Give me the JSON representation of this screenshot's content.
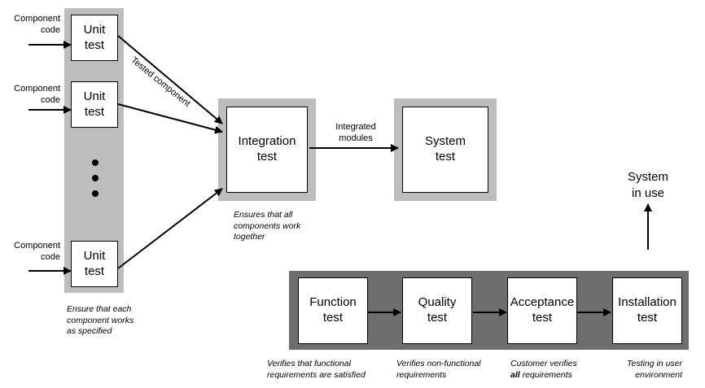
{
  "component_code_label": "Component\ncode",
  "unit_test_label": "Unit\ntest",
  "tested_component_label": "Tested component",
  "integration_test_label": "Integration\ntest",
  "integrated_modules_label": "Integrated\nmodules",
  "system_test_label": "System\ntest",
  "system_in_use_label": "System\nin use",
  "function_test_label": "Function\ntest",
  "quality_test_label": "Quality\ntest",
  "acceptance_test_label": "Acceptance\ntest",
  "installation_test_label": "Installation\ntest",
  "notes": {
    "unit": "Ensure that each\ncomponent works\nas specified",
    "integration": "Ensures that all\ncomponents work\ntogether",
    "function": "Verifies that functional\nrequirements are satisfied",
    "quality": "Verifies non-functional\nrequirements",
    "acceptance_prefix": "Customer verifies",
    "acceptance_bold": "all",
    "acceptance_suffix": "requirements",
    "installation": "Testing in user\nenvironment"
  }
}
